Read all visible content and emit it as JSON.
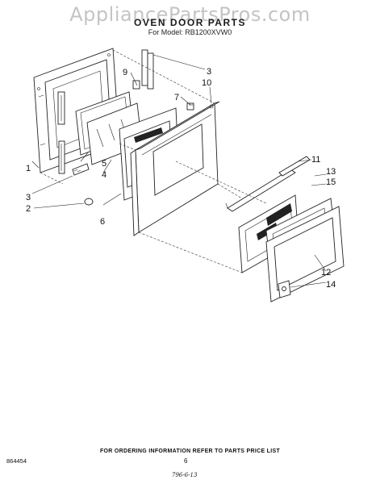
{
  "watermark": "AppliancePartsPros.com",
  "title": "OVEN DOOR PARTS",
  "subtitle": "For Model: RB1200XVW0",
  "callouts": [
    "1",
    "2",
    "3",
    "3",
    "4",
    "5",
    "6",
    "7",
    "9",
    "10",
    "11",
    "12",
    "13",
    "14",
    "15"
  ],
  "footer": {
    "note": "FOR ORDERING INFORMATION REFER TO PARTS PRICE LIST",
    "doc_number": "864454",
    "page": "6",
    "handwritten": "796-6-13"
  }
}
